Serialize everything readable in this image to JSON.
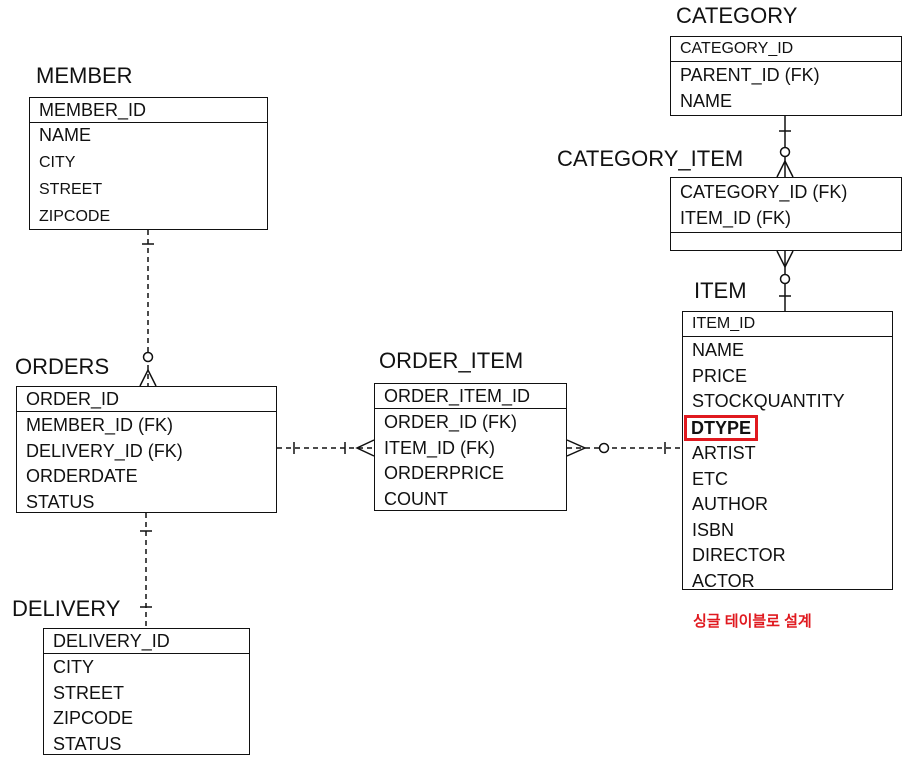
{
  "member": {
    "title": "MEMBER",
    "pk": "MEMBER_ID",
    "attrs": [
      "NAME",
      "CITY",
      "STREET",
      "ZIPCODE"
    ]
  },
  "orders": {
    "title": "ORDERS",
    "pk": "ORDER_ID",
    "attrs": [
      "MEMBER_ID (FK)",
      "DELIVERY_ID (FK)",
      "ORDERDATE",
      "STATUS"
    ]
  },
  "delivery": {
    "title": "DELIVERY",
    "pk": "DELIVERY_ID",
    "attrs": [
      "CITY",
      "STREET",
      "ZIPCODE",
      "STATUS"
    ]
  },
  "order_item": {
    "title": "ORDER_ITEM",
    "pk": "ORDER_ITEM_ID",
    "attrs": [
      "ORDER_ID (FK)",
      "ITEM_ID (FK)",
      "ORDERPRICE",
      "COUNT"
    ]
  },
  "category": {
    "title": "CATEGORY",
    "pk": "CATEGORY_ID",
    "attrs": [
      "PARENT_ID (FK)",
      "NAME"
    ]
  },
  "category_item": {
    "title": "CATEGORY_ITEM",
    "attrs": [
      "CATEGORY_ID (FK)",
      "ITEM_ID (FK)"
    ]
  },
  "item": {
    "title": "ITEM",
    "pk": "ITEM_ID",
    "attrs_before": [
      "NAME",
      "PRICE",
      "STOCKQUANTITY"
    ],
    "highlighted": "DTYPE",
    "attrs_after": [
      "ARTIST",
      "ETC",
      "AUTHOR",
      "ISBN",
      "DIRECTOR",
      "ACTOR"
    ]
  },
  "note": "싱글 테이블로 설계",
  "colors": {
    "line": "#111111",
    "highlight": "#e0191f"
  }
}
